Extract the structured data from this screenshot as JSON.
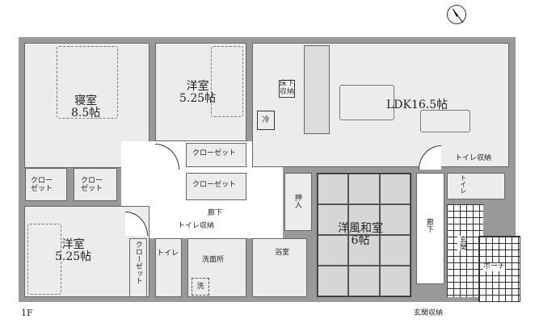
{
  "floor_label": "1F",
  "rooms": {
    "bedroom": {
      "name": "寝室",
      "size": "8.5帖"
    },
    "western_top": {
      "name": "洋室",
      "size": "5.25帖"
    },
    "western_bottom": {
      "name": "洋室",
      "size": "5.25帖"
    },
    "ldk": {
      "name": "LDK16.5帖"
    },
    "japanese": {
      "name": "洋風和室",
      "size": "6帖"
    },
    "closet_small_1": "クロー\nゼット",
    "closet_small_2": "クロー\nゼット",
    "closet_mid_1": "クローゼット",
    "closet_mid_2": "クローゼット",
    "closet_vertical": "クローゼット",
    "underfloor": "床下\n収納",
    "fridge": "冷",
    "hallway_left": "廊下",
    "toilet_storage_left": "トイレ収納",
    "toilet_left": "トイレ",
    "washroom": "洗面所",
    "washer": "洗",
    "bathroom": "浴室",
    "oshiire": "押入",
    "hallway_right": "廊下",
    "toilet_storage_right": "トイレ収納",
    "toilet_right": "トイレ",
    "entrance": "玄関",
    "porch": "ポーチ",
    "entrance_storage": "玄関収納"
  }
}
